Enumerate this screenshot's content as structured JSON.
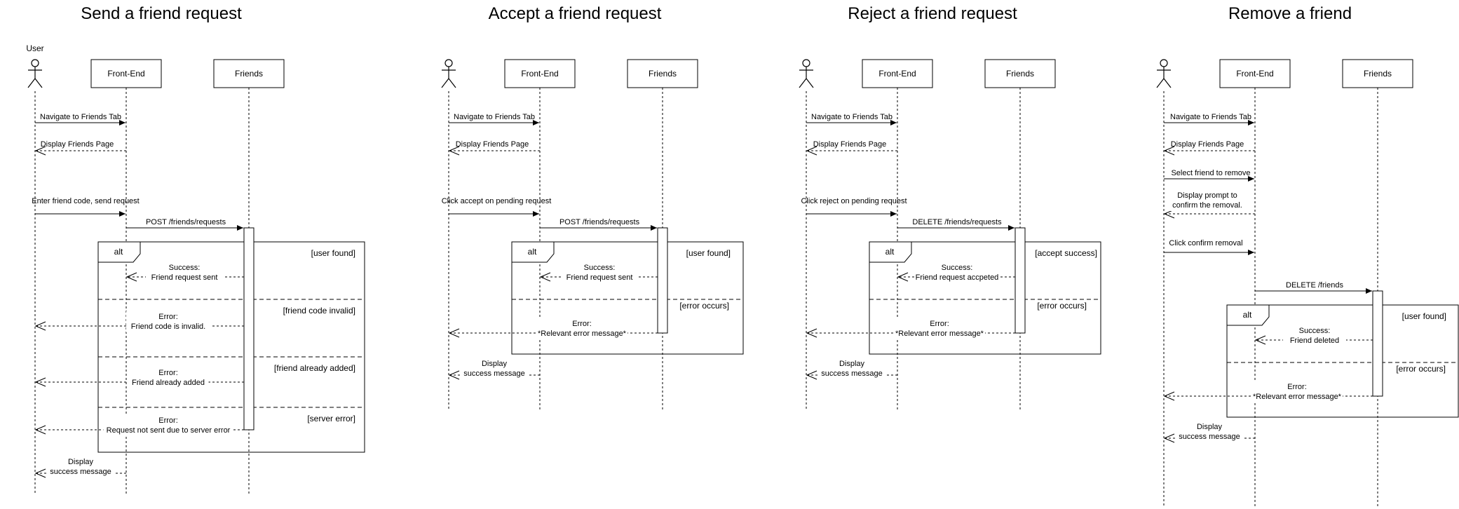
{
  "actor_label": "User",
  "participants": {
    "frontend": "Front-End",
    "friends": "Friends"
  },
  "alt_label": "alt",
  "diagrams": [
    {
      "title": "Send a friend request",
      "messages": [
        {
          "label": "Navigate to Friends Tab",
          "style": "solid"
        },
        {
          "label": "Display Friends Page",
          "style": "dashed"
        },
        {
          "label": "Enter friend code, send request",
          "style": "solid"
        },
        {
          "label": "POST /friends/requests",
          "style": "solid"
        },
        {
          "label": "Display\nsuccess message",
          "style": "dashed"
        }
      ],
      "alt": {
        "guards": [
          "[user found]",
          "[friend code invalid]",
          "[friend already added]",
          "[server error]"
        ],
        "messages": [
          "Success:\nFriend request sent",
          "Error:\nFriend code is invalid.",
          "Error:\nFriend already added",
          "Error:\nRequest not sent due to server error"
        ]
      }
    },
    {
      "title": "Accept a friend request",
      "messages": [
        {
          "label": "Navigate to Friends Tab",
          "style": "solid"
        },
        {
          "label": "Display Friends Page",
          "style": "dashed"
        },
        {
          "label": "Click accept on pending request",
          "style": "solid"
        },
        {
          "label": "POST /friends/requests",
          "style": "solid"
        },
        {
          "label": "Display\nsuccess message",
          "style": "dashed"
        }
      ],
      "alt": {
        "guards": [
          "[user found]",
          "[error occurs]"
        ],
        "messages": [
          "Success:\nFriend request sent",
          "Error:\n*Relevant error message*"
        ]
      }
    },
    {
      "title": "Reject a friend request",
      "messages": [
        {
          "label": "Navigate to Friends Tab",
          "style": "solid"
        },
        {
          "label": "Display Friends Page",
          "style": "dashed"
        },
        {
          "label": "Click reject on pending request",
          "style": "solid"
        },
        {
          "label": "DELETE /friends/requests",
          "style": "solid"
        },
        {
          "label": "Display\nsuccess message",
          "style": "dashed"
        }
      ],
      "alt": {
        "guards": [
          "[accept success]",
          "[error occurs]"
        ],
        "messages": [
          "Success:\nFriend request accpeted",
          "Error:\n*Relevant error message*"
        ]
      }
    },
    {
      "title": "Remove a friend",
      "messages": [
        {
          "label": "Navigate to Friends Tab",
          "style": "solid"
        },
        {
          "label": "Display Friends Page",
          "style": "dashed"
        },
        {
          "label": "Select friend to remove",
          "style": "solid"
        },
        {
          "label": "Display prompt to\nconfirm the removal.",
          "style": "dashed"
        },
        {
          "label": "Click confirm removal",
          "style": "solid"
        },
        {
          "label": "DELETE /friends",
          "style": "solid"
        },
        {
          "label": "Display\nsuccess message",
          "style": "dashed"
        }
      ],
      "alt": {
        "guards": [
          "[user found]",
          "[error occurs]"
        ],
        "messages": [
          "Success:\nFriend deleted",
          "Error:\n*Relevant error message*"
        ]
      }
    }
  ]
}
